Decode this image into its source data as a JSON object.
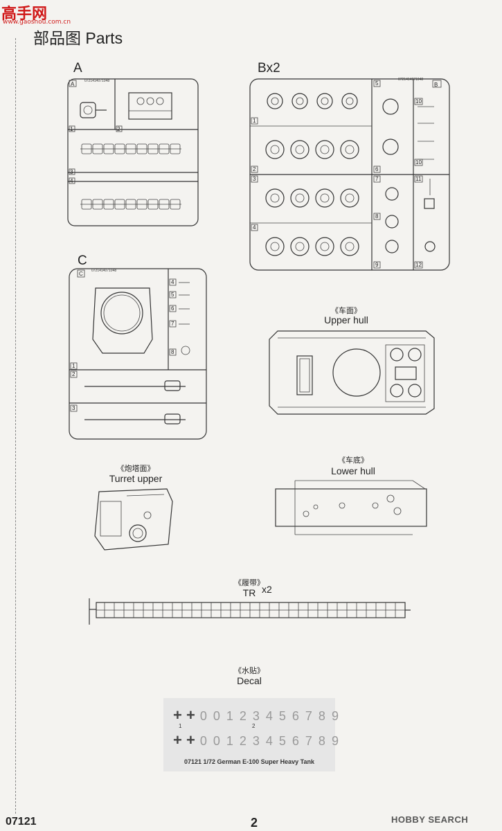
{
  "watermark": {
    "logo": "高手网",
    "url": "www.gaoshou.com.cn"
  },
  "page_title": "部品图  Parts",
  "sprues": {
    "a": {
      "label": "A",
      "tag": "A",
      "code": "0721414071048",
      "numbers": [
        "1",
        "2",
        "3",
        "4"
      ]
    },
    "b": {
      "label": "Bx2",
      "tag": "B",
      "code": "0721414071048",
      "numbers": [
        "1",
        "2",
        "3",
        "4",
        "5",
        "6",
        "7",
        "8",
        "9",
        "10",
        "10",
        "11",
        "12"
      ]
    },
    "c": {
      "label": "C",
      "tag": "C",
      "code": "0721414071048",
      "numbers": [
        "1",
        "2",
        "3",
        "4",
        "5",
        "6",
        "7",
        "8"
      ]
    }
  },
  "parts": {
    "upper_hull": {
      "cn": "《车面》",
      "en": "Upper hull"
    },
    "turret_upper": {
      "cn": "《炮塔面》",
      "en": "Turret upper"
    },
    "lower_hull": {
      "cn": "《车底》",
      "en": "Lower  hull"
    },
    "track": {
      "cn": "《履带》",
      "en": "TR",
      "qty": "x2"
    },
    "decal": {
      "cn": "《水贴》",
      "en": "Decal"
    }
  },
  "decal_sheet": {
    "row1": "0 0 1 2 3 4 5 6 7 8 9",
    "row2": "0 0 1 2 3 4 5 6 7 8 9",
    "plus": "+ +",
    "idx1": "1",
    "idx2": "2",
    "caption": "07121 1/72 German E-100 Super Heavy Tank"
  },
  "footer": {
    "code": "07121",
    "page": "2",
    "watermark": "HOBBY SEARCH"
  }
}
